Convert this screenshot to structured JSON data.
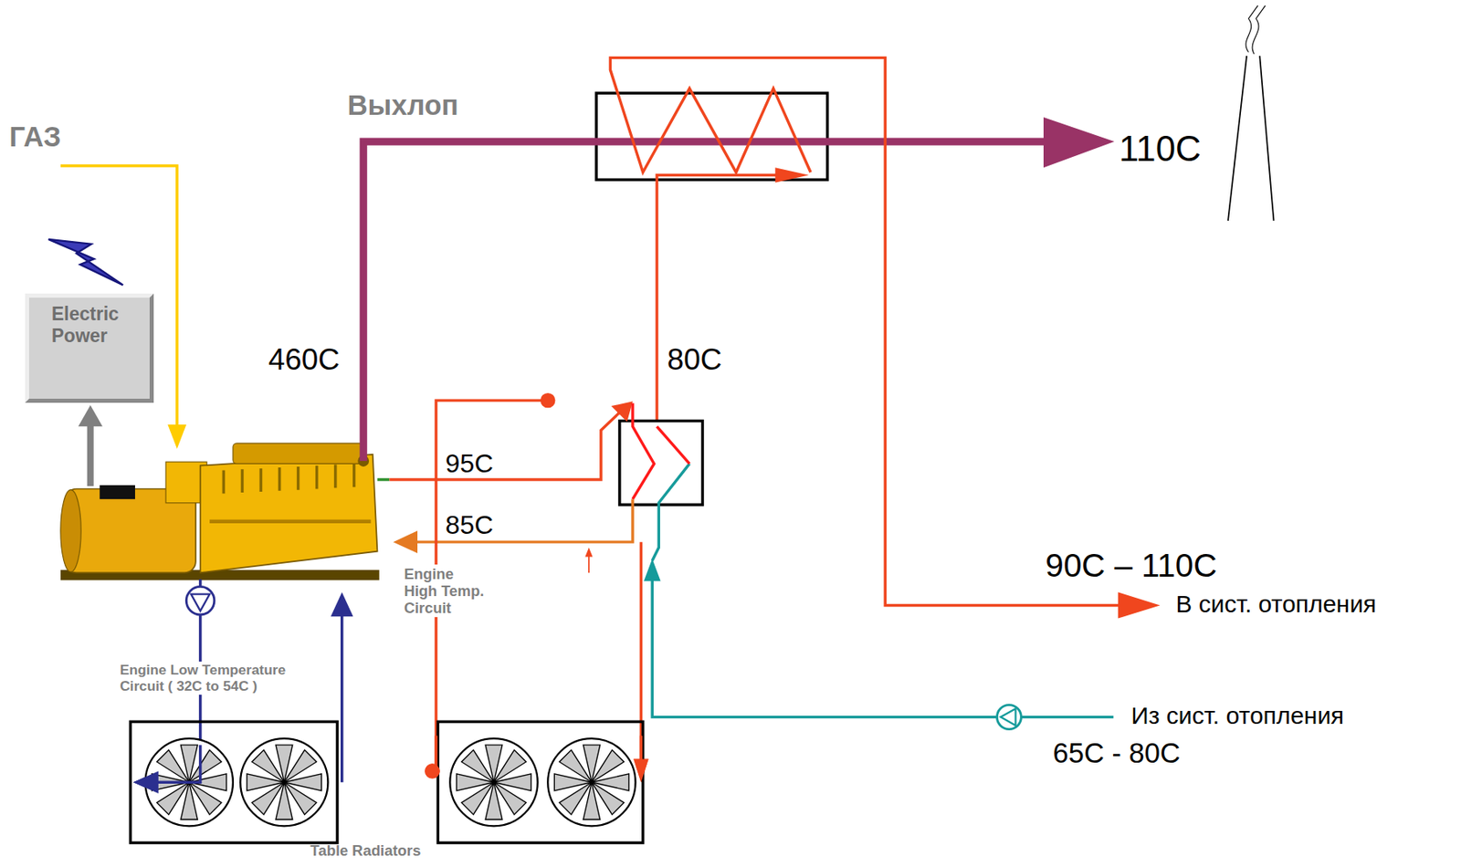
{
  "diagram": {
    "nodes": [
      {
        "text": [
          "Electric Power"
        ]
      }
    ],
    "labels": [
      "ГАЗ",
      "Выхлоп",
      "460C",
      "110C",
      "80C",
      "95C",
      "85C",
      "Engine High Temp. Circuit",
      "90C – 110C",
      "В сист. отопления",
      "Из сист. отопления",
      "65C - 80C",
      "Engine Low Temperature Circuit ( 32C to 54C )",
      "Table Radiators"
    ]
  }
}
